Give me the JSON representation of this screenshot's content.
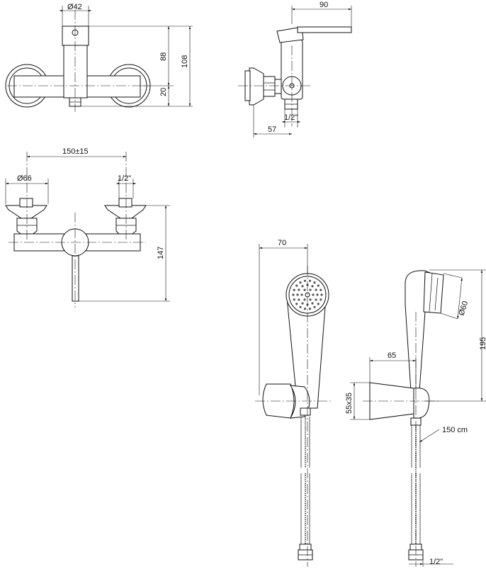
{
  "view_top_left": {
    "dim_body_diameter": "Ø42",
    "dim_height_88": "88",
    "dim_height_108": "108",
    "dim_offset_20": "20"
  },
  "view_top_right": {
    "dim_lever_90": "90",
    "dim_thread_half": "1/2\"",
    "dim_depth_57": "57"
  },
  "view_middle_left": {
    "dim_center_distance": "150±15",
    "dim_flange_diameter": "Ø66",
    "dim_thread_half": "1/2\"",
    "dim_height_147": "147"
  },
  "view_shower_front": {
    "dim_width_70": "70"
  },
  "view_shower_side": {
    "dim_head_diameter": "Ø60",
    "dim_length_195": "195",
    "dim_bracket_65": "65",
    "dim_bracket_size": "55x35",
    "dim_hose_length": "150 cm",
    "dim_thread_half": "1/2\""
  }
}
